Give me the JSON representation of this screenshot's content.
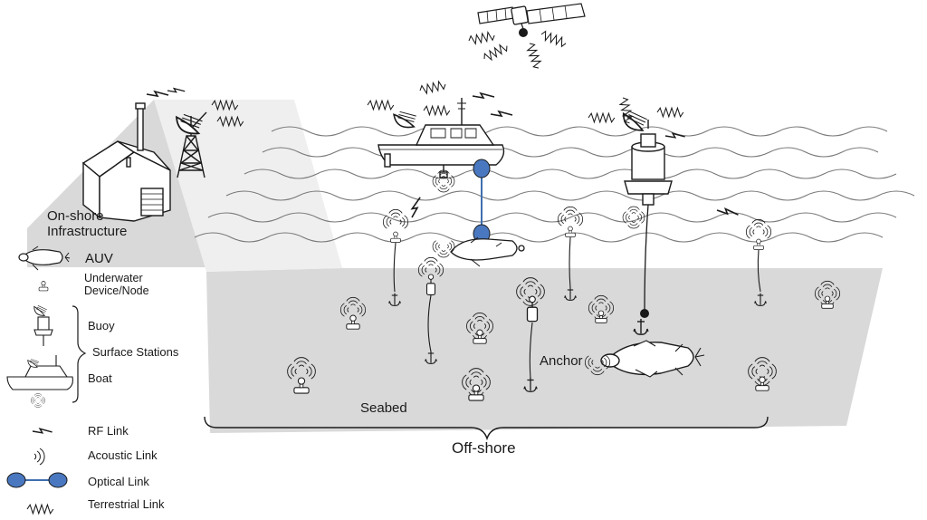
{
  "labels": {
    "onshore": "On-shore\nInfrastructure",
    "anchor": "Anchor",
    "seabed": "Seabed",
    "offshore": "Off-shore"
  },
  "legend": {
    "auv": "AUV",
    "underwater_node": "Underwater\nDevice/Node",
    "buoy": "Buoy",
    "surface_stations": "Surface Stations",
    "boat": "Boat",
    "rf_link": "RF Link",
    "acoustic_link": "Acoustic Link",
    "optical_link": "Optical Link",
    "terrestrial_link": "Terrestrial Link"
  },
  "colors": {
    "ground": "#d9d9d9",
    "stroke": "#1a1a1a",
    "optical": "#3f6fb0",
    "optical_fill": "#4a78c0"
  }
}
